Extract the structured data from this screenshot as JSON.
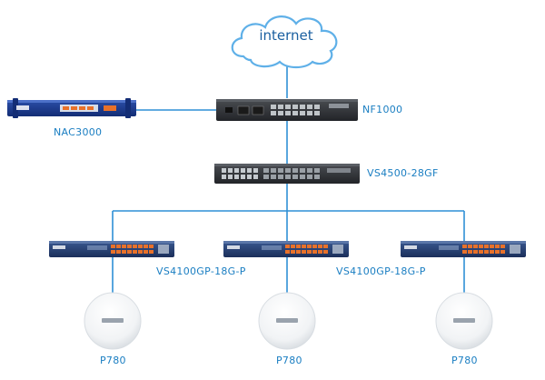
{
  "cloud": {
    "label": "internet"
  },
  "devices": {
    "firewall": {
      "label": "NF1000"
    },
    "nac": {
      "label": "NAC3000"
    },
    "core_switch": {
      "label": "VS4500-28GF"
    },
    "access_switch_1": {
      "label": "VS4100GP-18G-P"
    },
    "access_switch_2": {
      "label": "VS4100GP-18G-P"
    },
    "access_point_1": {
      "label": "P780"
    },
    "access_point_2": {
      "label": "P780"
    },
    "access_point_3": {
      "label": "P780"
    }
  },
  "colors": {
    "link": "#2f8fd6",
    "label": "#1a7ec2",
    "cloud_stroke": "#5fb0e8",
    "nac_body": "#1c3a8c",
    "switch_body": "#223a66",
    "port_orange": "#e8712a"
  }
}
